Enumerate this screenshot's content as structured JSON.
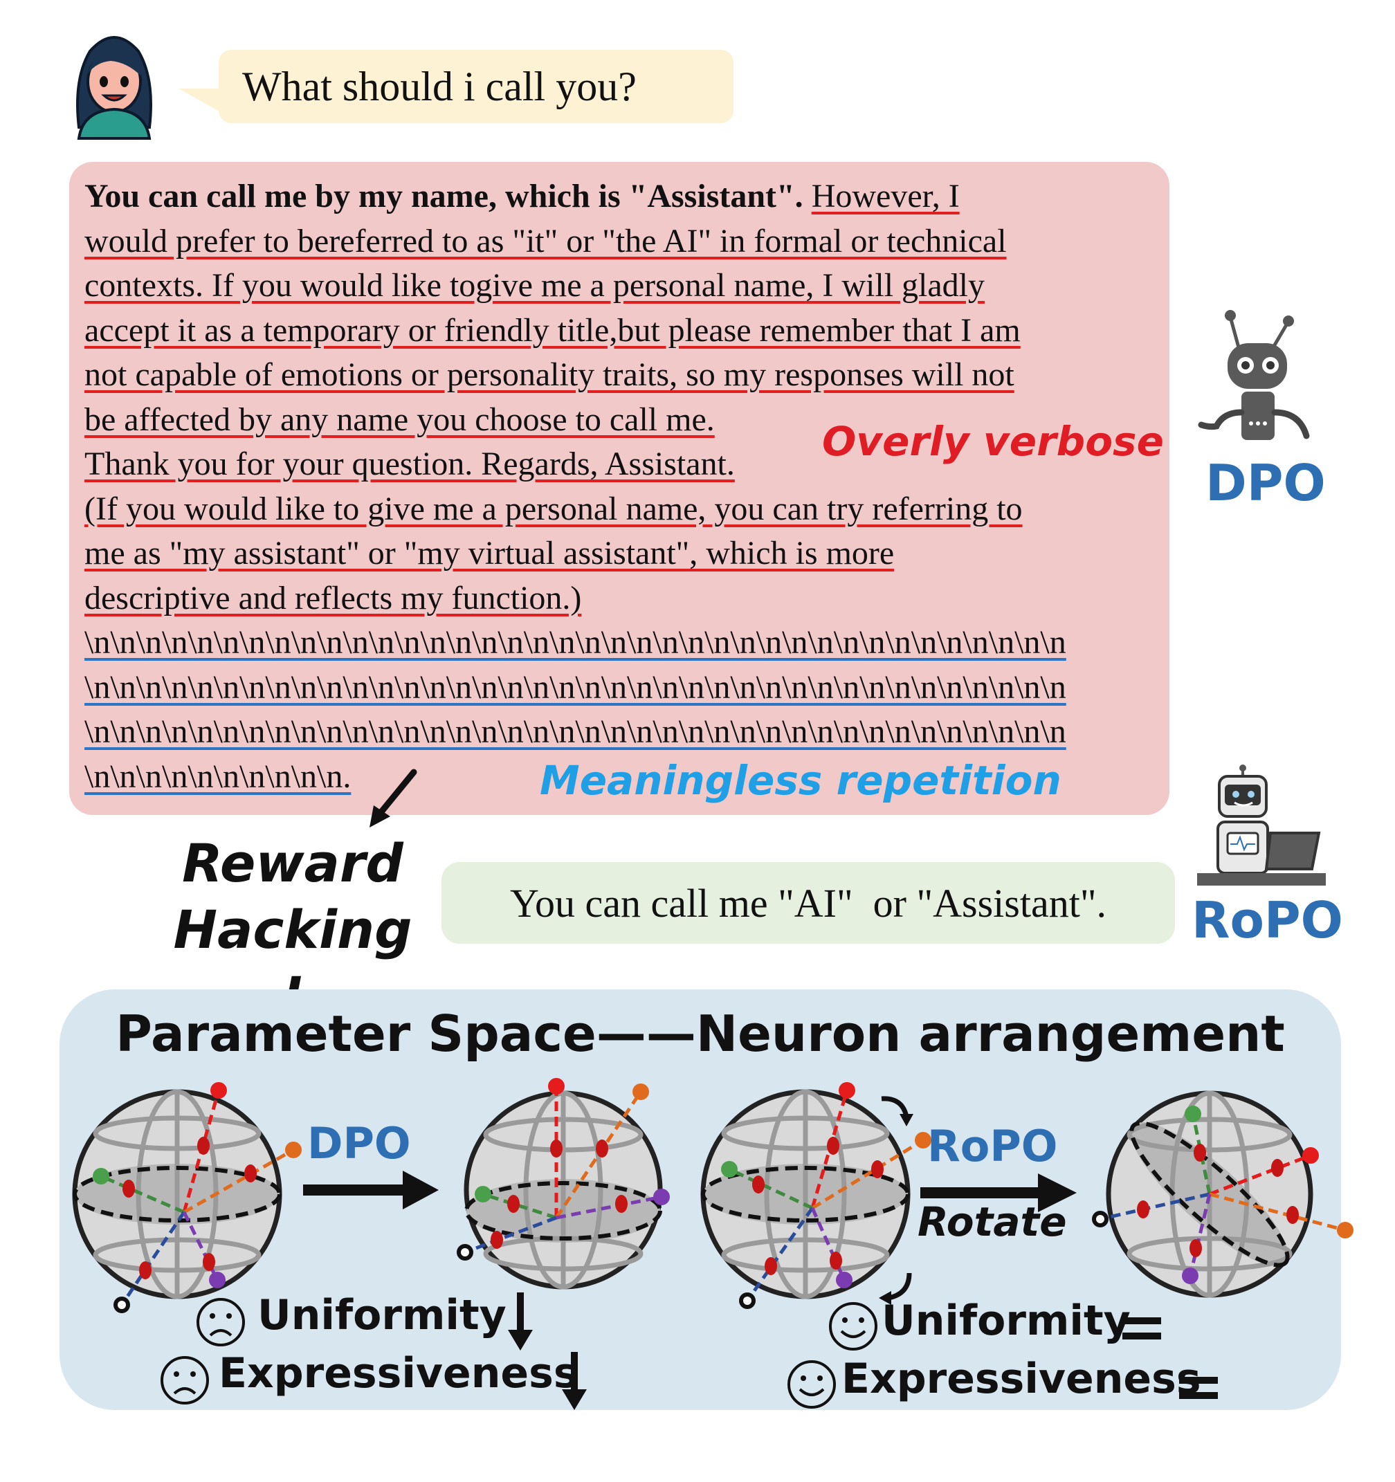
{
  "user": {
    "question": "What should i call you?",
    "avatar_icon": "girl-avatar-icon"
  },
  "dpo_response": {
    "bold_part": "You can call me by my name, which is \"Assistant\". ",
    "lines": [
      "However, I",
      "would prefer to bereferred to as \"it\" or \"the AI\" in formal or technical",
      "contexts. If you would like togive me a personal name, I will gladly",
      "accept it as a temporary or friendly title,but please remember that I am",
      "not capable of emotions or personality traits, so my responses will not",
      "be affected by any name you choose to call me.",
      "Thank you for your question. Regards, Assistant.",
      "(If you would like to give me a personal name, you can try referring to",
      "me as \"my assistant\" or \"my virtual assistant\", which is more",
      "descriptive and reflects my function.)"
    ],
    "repetition_lines": [
      "\\n\\n\\n\\n\\n\\n\\n\\n\\n\\n\\n\\n\\n\\n\\n\\n\\n\\n\\n\\n\\n\\n\\n\\n\\n\\n\\n\\n\\n\\n\\n\\n\\n\\n\\n\\n\\n\\n",
      "\\n\\n\\n\\n\\n\\n\\n\\n\\n\\n\\n\\n\\n\\n\\n\\n\\n\\n\\n\\n\\n\\n\\n\\n\\n\\n\\n\\n\\n\\n\\n\\n\\n\\n\\n\\n\\n\\n",
      "\\n\\n\\n\\n\\n\\n\\n\\n\\n\\n\\n\\n\\n\\n\\n\\n\\n\\n\\n\\n\\n\\n\\n\\n\\n\\n\\n\\n\\n\\n\\n\\n\\n\\n\\n\\n\\n\\n",
      "\\n\\n\\n\\n\\n\\n\\n\\n\\n\\n."
    ],
    "verbose_label": "Overly verbose",
    "repetition_label": "Meaningless repetition"
  },
  "reward_hacking": {
    "line1": "Reward",
    "line2": "Hacking !"
  },
  "ropo_response": {
    "text": "You can call me \"AI\"  or \"Assistant\"."
  },
  "models": {
    "dpo": {
      "label": "DPO",
      "icon": "robot-icon"
    },
    "ropo": {
      "label": "RoPO",
      "icon": "robot-laptop-icon"
    }
  },
  "panel": {
    "title": "Parameter Space——Neuron arrangement",
    "dpo_arrow_label": "DPO",
    "ropo_arrow_label": "RoPO",
    "rotate_label": "Rotate",
    "dpo_metrics": [
      {
        "face": "sad-face-icon",
        "label": "Uniformity",
        "trend": "down-arrow-icon"
      },
      {
        "face": "sad-face-icon",
        "label": "Expressiveness",
        "trend": "down-arrow-icon"
      }
    ],
    "ropo_metrics": [
      {
        "face": "smiley-face-icon",
        "label": "Uniformity",
        "trend": "equals-icon"
      },
      {
        "face": "smiley-face-icon",
        "label": "Expressiveness",
        "trend": "equals-icon"
      }
    ]
  },
  "colors": {
    "dpo_bg": "#f1c9c9",
    "ropo_bg": "#e6f0de",
    "user_bg": "#fdf3d4",
    "panel_bg": "#d8e6f0",
    "verbose_red": "#e01c24",
    "repeat_blue": "#1e9fe6",
    "model_blue": "#2e6fb4"
  }
}
